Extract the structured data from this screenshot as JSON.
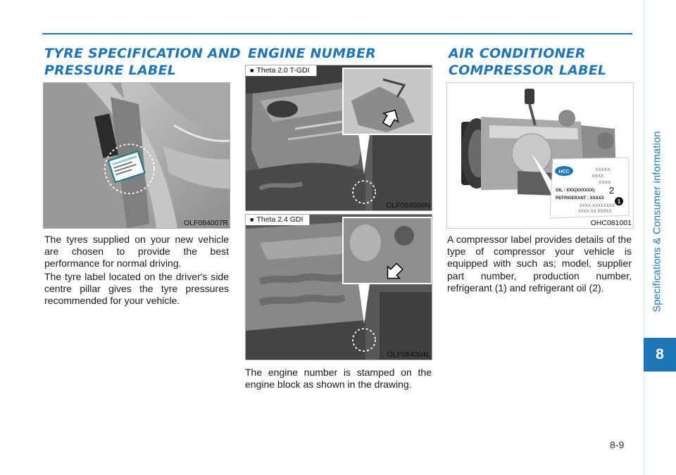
{
  "page": {
    "section_label": "Specifications & Consumer information",
    "chapter_number": "8",
    "page_number": "8-9",
    "accent_color": "#1e76b8"
  },
  "columns": {
    "tyre": {
      "title_line1": "TYRE SPECIFICATION AND",
      "title_line2": "PRESSURE LABEL",
      "image_code": "OLF084007R",
      "paragraph1": "The tyres supplied on your new vehicle are chosen to provide the best performance for normal driving.",
      "paragraph2": "The tyre label located on the driver's side centre pillar gives the tyre pressures recommended for your vehicle."
    },
    "engine": {
      "title": "ENGINE NUMBER",
      "image1_variant": "Theta 2.0 T-GDI",
      "image1_code": "OLF084009N",
      "image2_variant": "Theta 2.4 GDI",
      "image2_code": "OLF084004L",
      "paragraph": "The engine number is stamped on the engine block as shown in the drawing."
    },
    "ac": {
      "title_line1": "AIR CONDITIONER",
      "title_line2": "COMPRESSOR LABEL",
      "image_code": "OHC081001",
      "label_brand": "HCC",
      "label_lines": [
        "XXXXX",
        "XXXX",
        "XXXX",
        "OIL : XXX(XXXXXX)",
        "REFRIGERANT : XXXXX",
        "XXXX-XXXXXXXX",
        "XXXX XX XXXXX"
      ],
      "callout1": "1",
      "callout2": "2",
      "paragraph": "A compressor label provides details of the type of compressor your vehicle is equipped with such as; model, supplier part number, production number, refrigerant (1) and refrigerant oil (2)."
    }
  },
  "icons": {
    "bullet": "square-bullet-icon"
  }
}
